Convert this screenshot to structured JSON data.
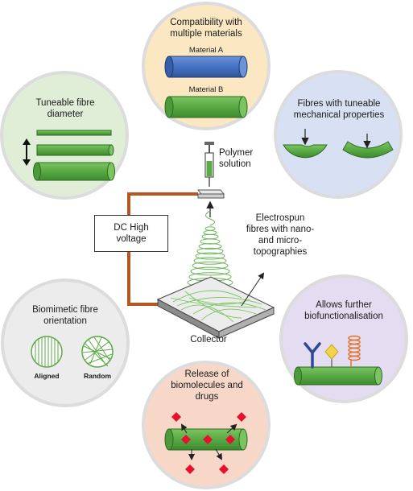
{
  "circles": {
    "compatibility": {
      "title": "Compatibility with multiple materials",
      "material_a": "Material A",
      "material_b": "Material B",
      "fill": "#fbe8c3"
    },
    "diameter": {
      "title": "Tuneable fibre diameter",
      "fill": "#e1eed7"
    },
    "mechanical": {
      "title": "Fibres with tuneable mechanical properties",
      "fill": "#d8e1f4"
    },
    "orientation": {
      "title": "Biomimetic fibre orientation",
      "aligned": "Aligned",
      "random": "Random",
      "fill": "#ececec"
    },
    "biofunctionalisation": {
      "title": "Allows further biofunctionalisation",
      "fill": "#e4dcf1"
    },
    "release": {
      "title": "Release of biomolecules and drugs",
      "fill": "#f7d8c8"
    }
  },
  "setup": {
    "polymer_solution": "Polymer solution",
    "dc_voltage": "DC High voltage",
    "electrospun": "Electrospun fibres with nano- and micro- topographies",
    "collector": "Collector"
  },
  "colors": {
    "fibre_green": "#5aaa46",
    "fibre_blue": "#4472c4",
    "wire_brown": "#b5571e",
    "drug_red": "#e8112d",
    "antibody_blue": "#2e4b8f",
    "diamond_yellow": "#f2d44a",
    "spring_orange": "#e07b39"
  },
  "icons": [
    "syringe-icon",
    "arrow-down-icon",
    "antibody-icon",
    "diamond-icon",
    "spring-icon",
    "drug-particle-icon"
  ]
}
